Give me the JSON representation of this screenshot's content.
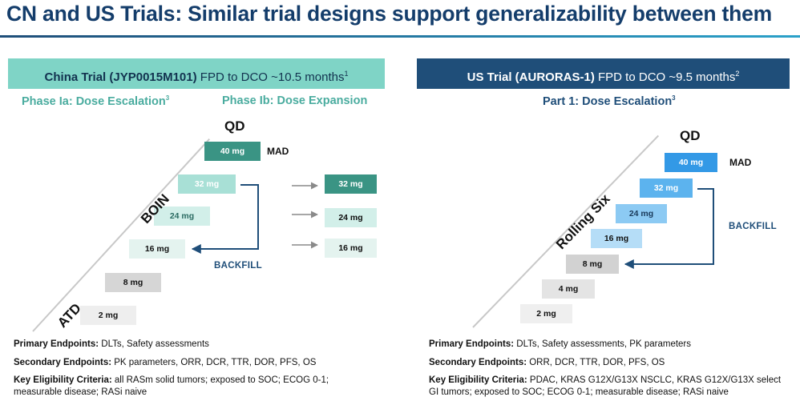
{
  "title": "CN and US Trials: Similar trial designs support generalizability between them",
  "china": {
    "header_bold": "China Trial (JYP0015M101)",
    "header_rest": " FPD to DCO ~10.5 months",
    "header_sup": "1",
    "phase_ia": "Phase Ia: Dose Escalation",
    "phase_ia_sup": "3",
    "phase_ib": "Phase Ib: Dose Expansion",
    "qd": "QD",
    "mad": "MAD",
    "boin": "BOIN",
    "atd": "ATD",
    "backfill": "BACKFILL",
    "escalation_doses": [
      "2 mg",
      "8 mg",
      "16 mg",
      "24 mg",
      "32 mg",
      "40 mg"
    ],
    "expansion_doses": [
      "32 mg",
      "24 mg",
      "16 mg"
    ],
    "primary_label": "Primary Endpoints:",
    "primary_text": " DLTs, Safety assessments",
    "secondary_label": "Secondary Endpoints:",
    "secondary_text": " PK parameters, ORR, DCR, TTR, DOR, PFS, OS",
    "eligibility_label": "Key Eligibility Criteria:",
    "eligibility_text_1": " all RASm solid tumors; exposed to SOC; ECOG 0-1;",
    "eligibility_text_2": "measurable disease; RASi naive"
  },
  "us": {
    "header_bold": "US Trial (AURORAS-1)",
    "header_rest": " FPD to DCO ~9.5 months",
    "header_sup": "2",
    "part1": "Part 1: Dose Escalation",
    "part1_sup": "3",
    "qd": "QD",
    "mad": "MAD",
    "rolling_six": "Rolling Six",
    "backfill": "BACKFILL",
    "doses": [
      "2 mg",
      "4 mg",
      "8 mg",
      "16 mg",
      "24 mg",
      "32 mg",
      "40 mg"
    ],
    "primary_label": "Primary Endpoints:",
    "primary_text": " DLTs, Safety assessments, PK parameters",
    "secondary_label": "Secondary Endpoints:",
    "secondary_text": " ORR, DCR, TTR, DOR, PFS, OS",
    "eligibility_label": "Key Eligibility Criteria:",
    "eligibility_text_1": " PDAC, KRAS G12X/G13X NSCLC, KRAS G12X/G13X select",
    "eligibility_text_2": "GI tumors; exposed to SOC; ECOG 0-1; measurable disease; RASi naive"
  },
  "colors": {
    "title": "#143d6b",
    "china_header": "#7fd4c6",
    "us_header": "#1f4e79",
    "phase_teal": "#4aac9f",
    "teal_dark": "#3a9484",
    "teal_mid": "#a8e0d6",
    "teal_light": "#d2efe9",
    "blue_1": "#3399e6",
    "blue_2": "#5cb3ee",
    "blue_3": "#8ccaf3",
    "blue_4": "#b5ddf7",
    "gray_1": "#d2d2d2",
    "gray_2": "#e4e4e4",
    "gray_3": "#efefef",
    "arrow_blue": "#1f4e79"
  }
}
